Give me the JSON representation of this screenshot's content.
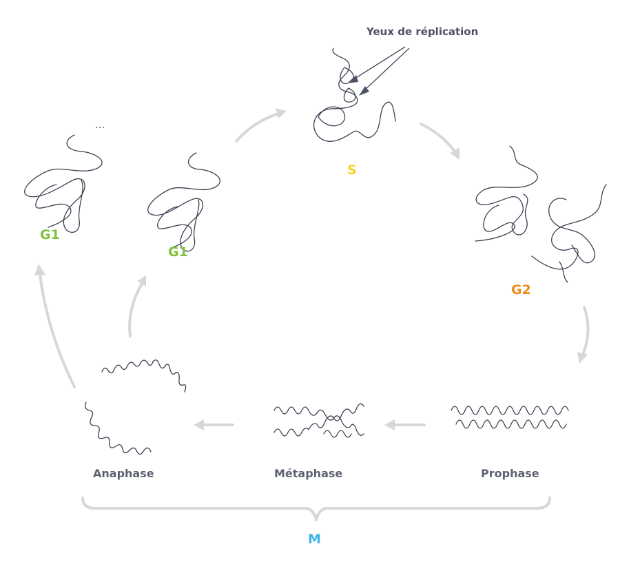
{
  "labels": {
    "g1_left": "G1",
    "g1_right": "G1",
    "s": "S",
    "g2": "G2",
    "prophase": "Prophase",
    "metaphase": "Métaphase",
    "anaphase": "Anaphase",
    "m": "M",
    "replication_eyes": "Yeux de réplication",
    "ellipsis": "..."
  },
  "colors": {
    "g1": "#7dc13a",
    "s": "#f5d327",
    "g2": "#f08a1b",
    "m": "#3eb4e8",
    "arrow": "#d7d7d7",
    "chromatin": "#3b4050",
    "text": "#5c6170"
  }
}
